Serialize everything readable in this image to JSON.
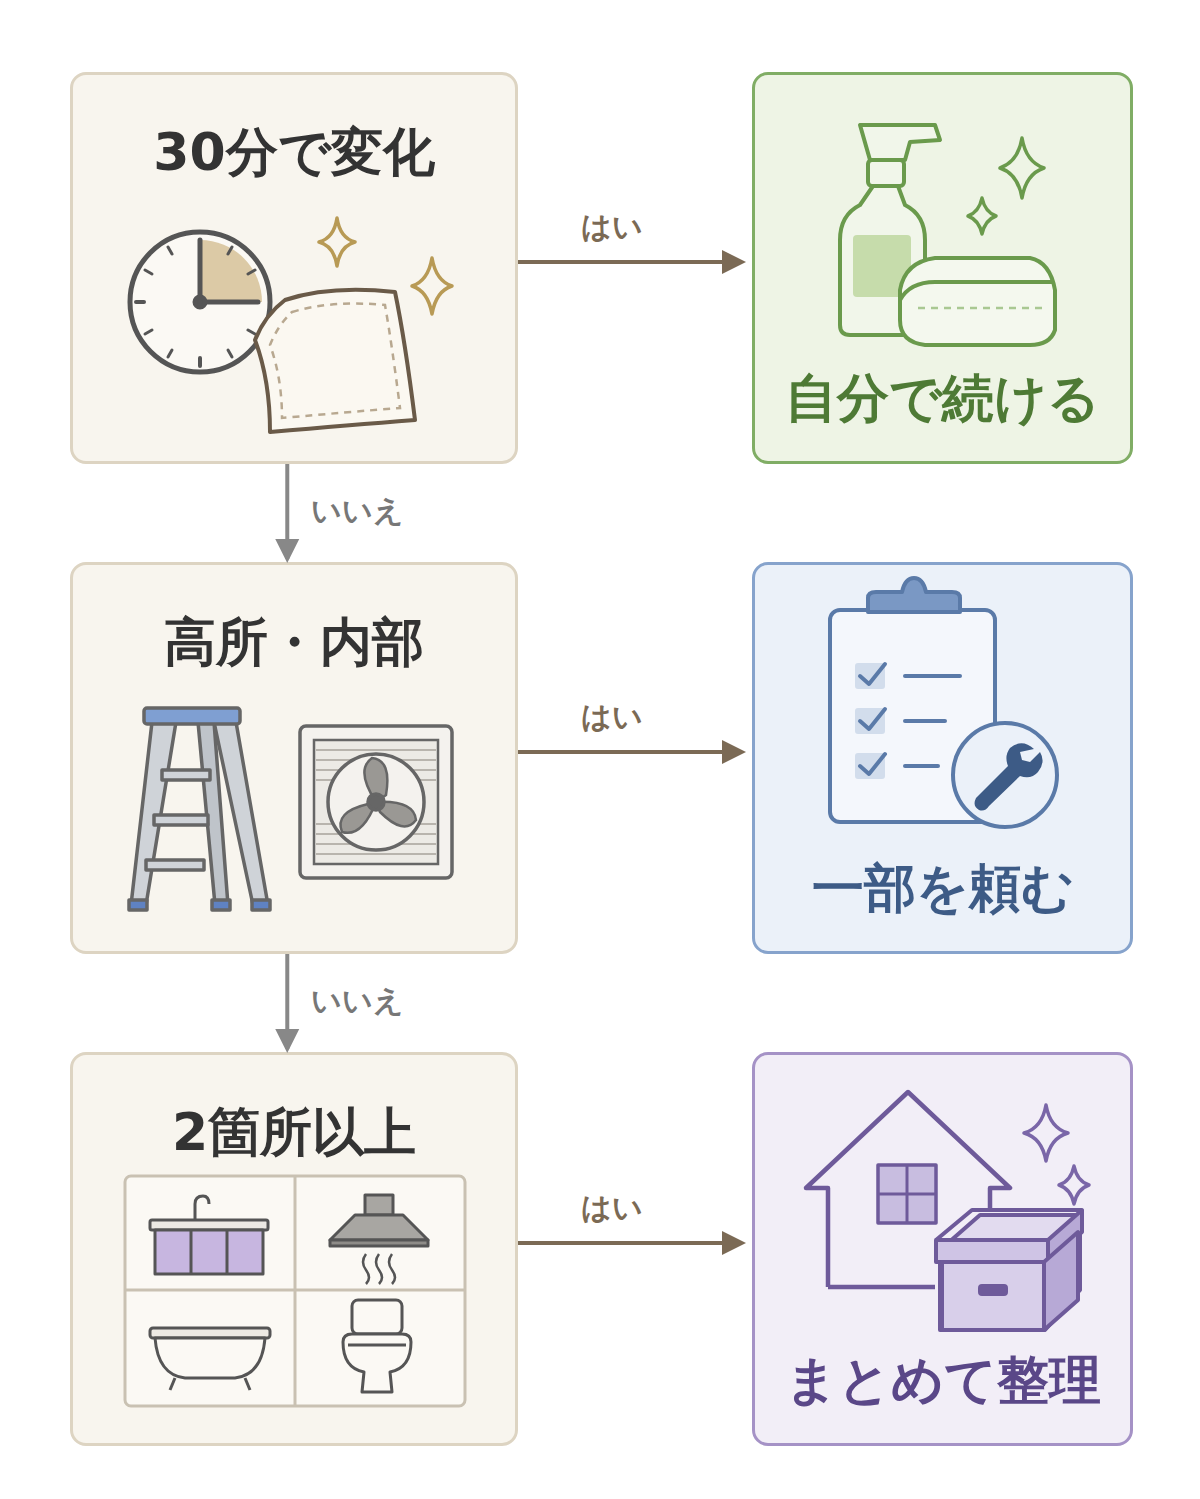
{
  "diagram": {
    "nodes": [
      {
        "text": [
          "30分で変化"
        ]
      },
      {
        "text": [
          "自分で続ける"
        ]
      },
      {
        "text": [
          "高所・内部"
        ]
      },
      {
        "text": [
          "一部を頼む"
        ]
      },
      {
        "text": [
          "2箇所以上"
        ]
      },
      {
        "text": [
          "まとめて整理"
        ]
      }
    ],
    "edges": [
      {
        "from": 0,
        "to": 1,
        "arrow": "to",
        "label": "はい"
      },
      {
        "from": 0,
        "to": 2,
        "arrow": "to",
        "label": "いいえ"
      },
      {
        "from": 2,
        "to": 3,
        "arrow": "to",
        "label": "はい"
      },
      {
        "from": 2,
        "to": 4,
        "arrow": "to",
        "label": "いいえ"
      },
      {
        "from": 4,
        "to": 5,
        "arrow": "to",
        "label": "はい"
      }
    ]
  }
}
